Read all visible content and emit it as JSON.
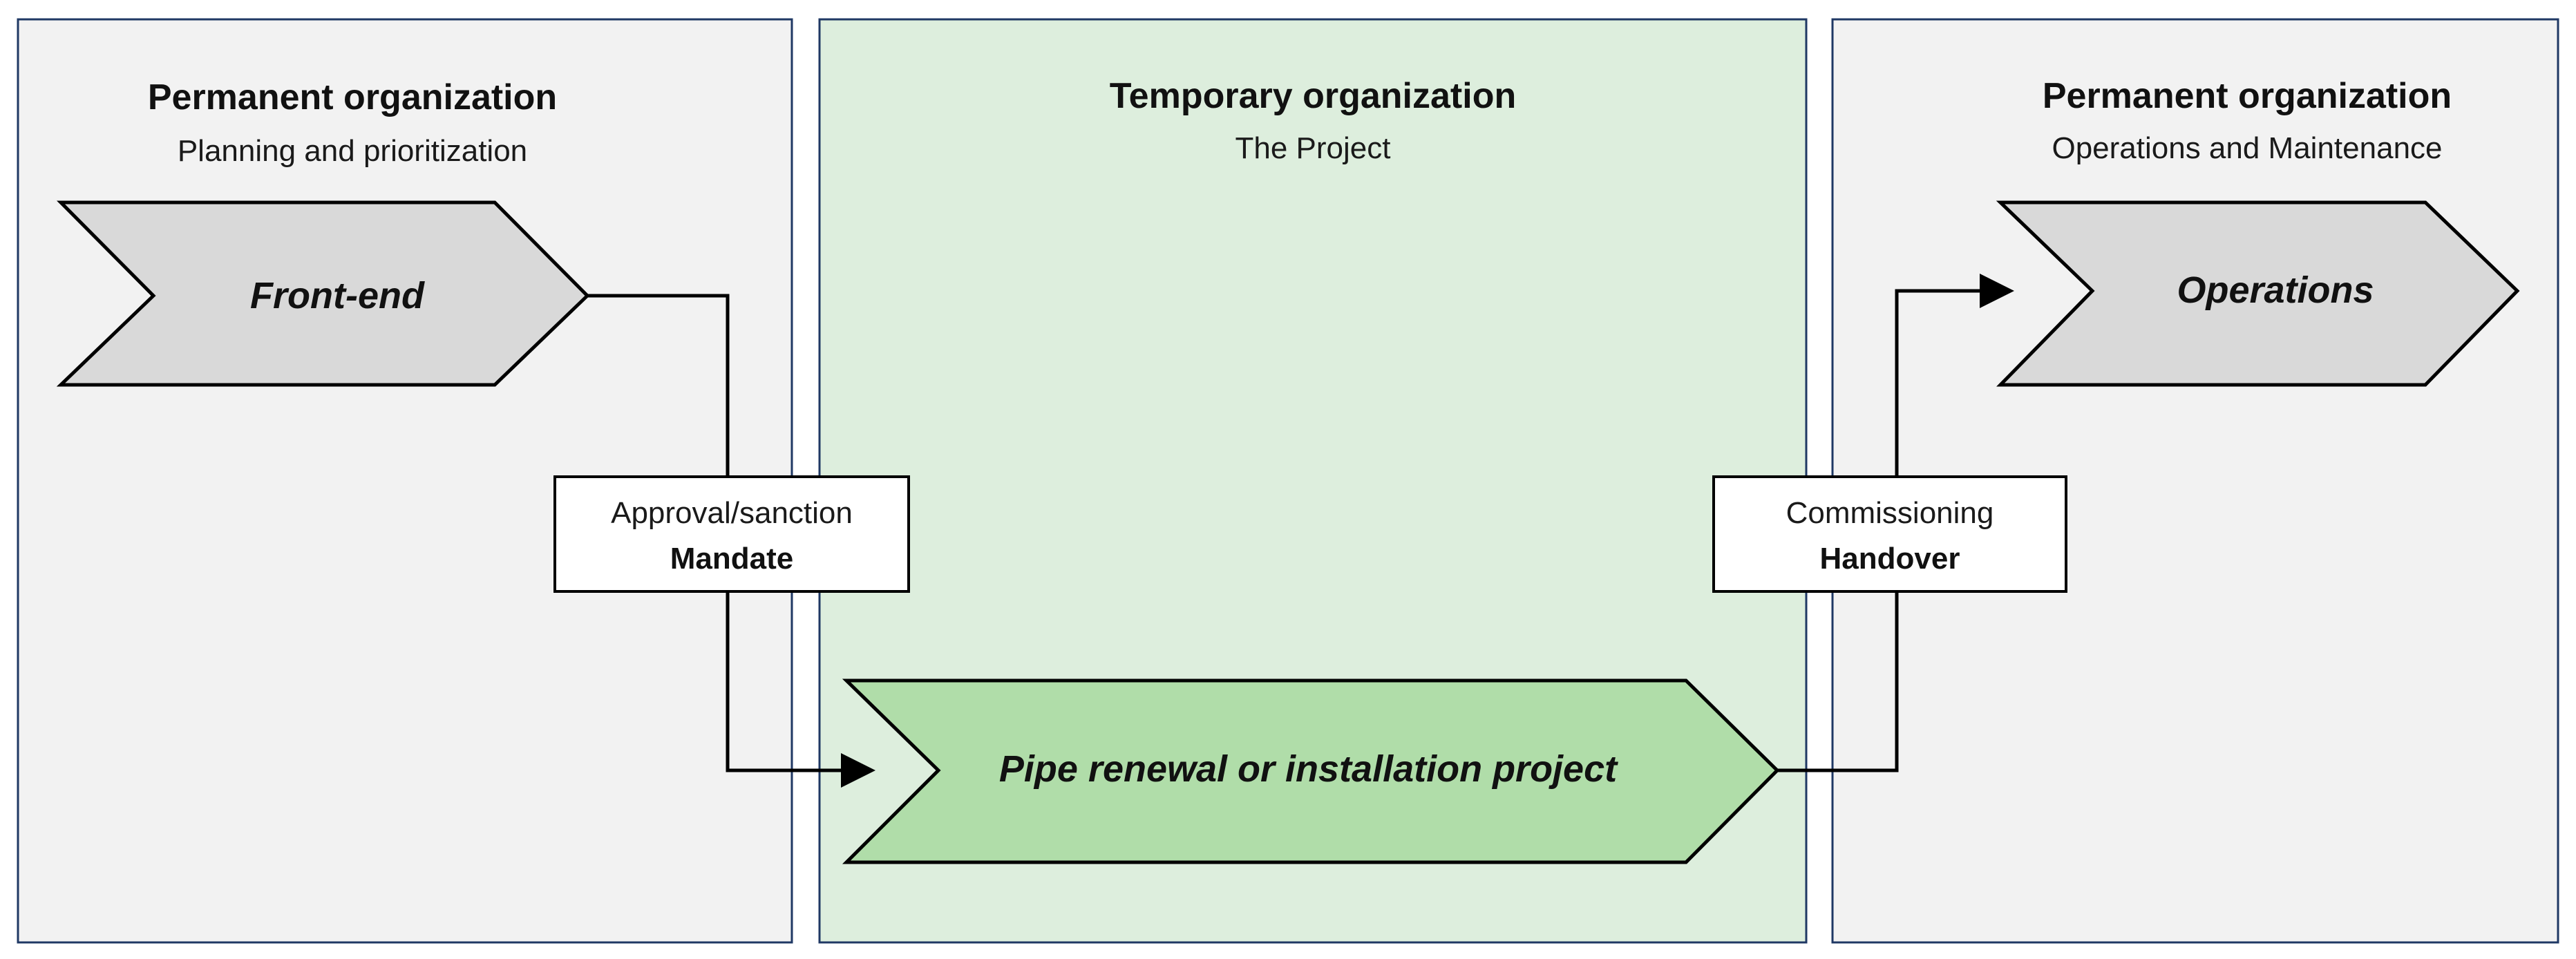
{
  "panels": {
    "left": {
      "title": "Permanent organization",
      "subtitle": "Planning and prioritization"
    },
    "middle": {
      "title": "Temporary organization",
      "subtitle": "The Project"
    },
    "right": {
      "title": "Permanent organization",
      "subtitle": "Operations and Maintenance"
    }
  },
  "chevrons": {
    "front_end": "Front-end",
    "project": "Pipe renewal or installation project",
    "operations": "Operations"
  },
  "boxes": {
    "mandate": {
      "line1": "Approval/sanction",
      "line2": "Mandate"
    },
    "handover": {
      "line1": "Commissioning",
      "line2": "Handover"
    }
  },
  "colors": {
    "gray_panel": "#f2f2f2",
    "green_panel": "#ddeedd",
    "panel_border": "#1f3864",
    "gray_chevron": "#d9d9d9",
    "green_chevron": "#b0dda9"
  }
}
